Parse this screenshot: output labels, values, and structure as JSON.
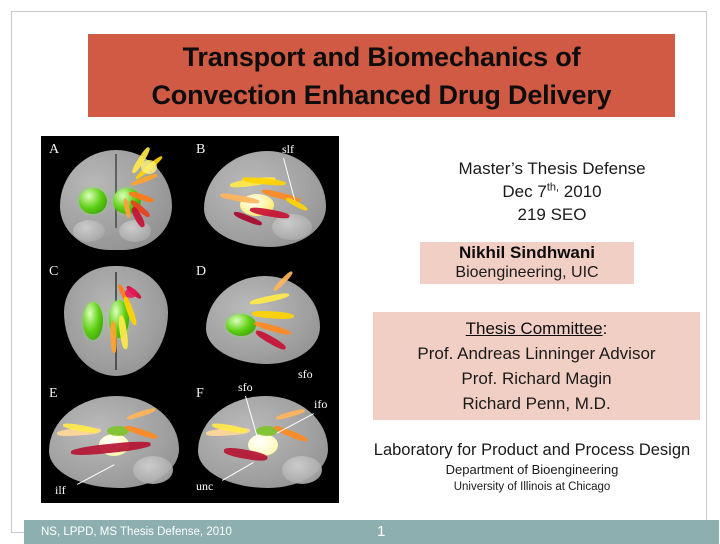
{
  "slide": {
    "title": {
      "line1": "Transport and Biomechanics of",
      "line2": "Convection Enhanced Drug Delivery",
      "background_color": "#d05a43",
      "text_color": "#0d0d0d"
    },
    "defense_info": {
      "event": "Master’s Thesis Defense",
      "date_prefix": "Dec 7",
      "date_ordinal": "th,",
      "date_year": "2010",
      "location": "219 SEO"
    },
    "presenter": {
      "name": "Nikhil Sindhwani",
      "department": "Bioengineering, UIC",
      "background_color": "#f2cfc4"
    },
    "committee": {
      "heading": "Thesis Committee",
      "heading_colon": ":",
      "members": [
        "Prof. Andreas Linninger Advisor",
        "Prof. Richard Magin",
        "Richard Penn, M.D."
      ],
      "background_color": "#f2cfc4"
    },
    "affiliation": {
      "lab": "Laboratory for Product and Process Design",
      "department": "Department of Bioengineering",
      "university": "University of Illinois at Chicago"
    },
    "figure": {
      "alt": "brain-tractography-figure",
      "background_color": "#000000",
      "panels": [
        {
          "letter": "A",
          "view": "coronal-anterior"
        },
        {
          "letter": "B",
          "view": "sagittal-oblique"
        },
        {
          "letter": "C",
          "view": "axial-superior"
        },
        {
          "letter": "D",
          "view": "sagittal-lateral"
        },
        {
          "letter": "E",
          "view": "sagittal-medial"
        },
        {
          "letter": "F",
          "view": "sagittal-medial"
        }
      ],
      "tract_labels": [
        {
          "name": "slf",
          "panel": "B"
        },
        {
          "name": "sfo",
          "panel": "F"
        },
        {
          "name": "ifo",
          "panel": "F"
        },
        {
          "name": "ilf",
          "panel": "E"
        },
        {
          "name": "unc",
          "panel": "F"
        }
      ]
    },
    "footer": {
      "note": "NS, LPPD, MS Thesis Defense, 2010",
      "page_number": "1",
      "background_color": "#8dafaf",
      "text_color": "#ffffff"
    }
  }
}
